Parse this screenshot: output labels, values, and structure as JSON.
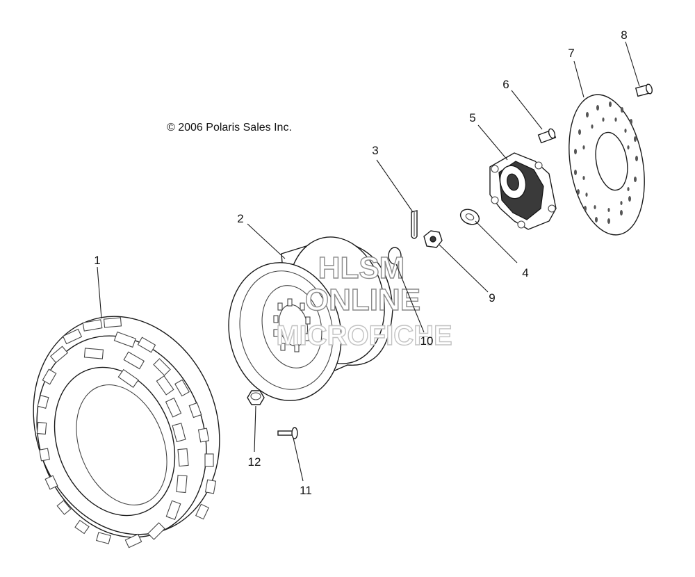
{
  "copyright": "© 2006 Polaris Sales Inc.",
  "watermark": {
    "line1": "HLSM",
    "line2": "ONLINE",
    "line3": "MICROFICHE"
  },
  "callouts": [
    "1",
    "2",
    "3",
    "4",
    "5",
    "6",
    "7",
    "8",
    "9",
    "10",
    "11",
    "12"
  ]
}
